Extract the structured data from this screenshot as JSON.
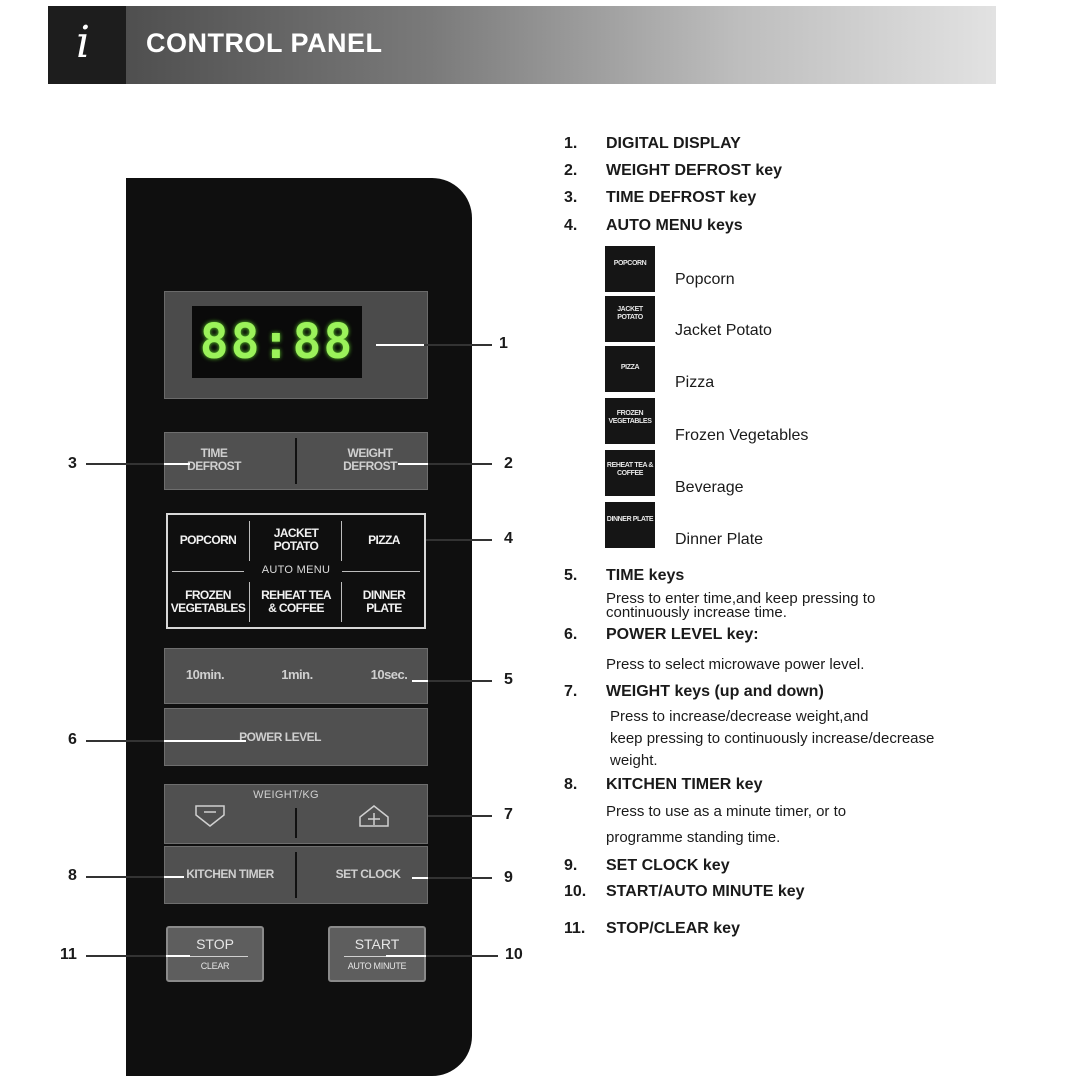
{
  "header": {
    "title": "CONTROL PANEL",
    "icon": "info-icon",
    "glyph": "i"
  },
  "panel": {
    "display": "88:88",
    "time_defrost": "TIME\nDEFROST",
    "weight_defrost": "WEIGHT\nDEFROST",
    "auto_menu_label": "AUTO MENU",
    "menu": {
      "popcorn": "POPCORN",
      "jacket_potato": "JACKET\nPOTATO",
      "pizza": "PIZZA",
      "frozen_vegetables": "FROZEN\nVEGETABLES",
      "reheat_tea": "REHEAT TEA\n& COFFEE",
      "dinner_plate": "DINNER\nPLATE"
    },
    "time_keys": {
      "t10min": "10min.",
      "t1min": "1min.",
      "t10sec": "10sec."
    },
    "power_level": "POWER LEVEL",
    "weight_label": "WEIGHT/KG",
    "kitchen_timer": "KITCHEN TIMER",
    "set_clock": "SET CLOCK",
    "stop": "STOP",
    "clear": "CLEAR",
    "start": "START",
    "auto_minute": "AUTO MINUTE"
  },
  "callouts": [
    "1",
    "2",
    "3",
    "4",
    "5",
    "6",
    "7",
    "8",
    "9",
    "10",
    "11"
  ],
  "list": {
    "items": [
      {
        "n": "1.",
        "label": "DIGITAL DISPLAY"
      },
      {
        "n": "2.",
        "label": "WEIGHT DEFROST key"
      },
      {
        "n": "3.",
        "label": "TIME DEFROST key"
      },
      {
        "n": "4.",
        "label": "AUTO MENU keys"
      },
      {
        "n": "5.",
        "label": "TIME keys"
      },
      {
        "n": "6.",
        "label": "POWER LEVEL key:"
      },
      {
        "n": "7.",
        "label": "WEIGHT keys (up and down)"
      },
      {
        "n": "8.",
        "label": "KITCHEN TIMER key"
      },
      {
        "n": "9.",
        "label": "SET CLOCK key"
      },
      {
        "n": "10.",
        "label": "START/AUTO MINUTE key"
      },
      {
        "n": "11.",
        "label": "STOP/CLEAR key"
      }
    ],
    "auto_menu": [
      {
        "thumb": "POPCORN",
        "name": "Popcorn"
      },
      {
        "thumb": "JACKET POTATO",
        "name": "Jacket Potato"
      },
      {
        "thumb": "PIZZA",
        "name": "Pizza"
      },
      {
        "thumb": "FROZEN VEGETABLES",
        "name": "Frozen Vegetables"
      },
      {
        "thumb": "REHEAT TEA & COFFEE",
        "name": "Beverage"
      },
      {
        "thumb": "DINNER PLATE",
        "name": "Dinner Plate"
      }
    ],
    "desc5a": "Press to enter time,and keep pressing to",
    "desc5b": "continuously increase time.",
    "desc6": "Press to select microwave power level.",
    "desc7a": "Press to increase/decrease weight,and",
    "desc7b": "keep pressing to continuously increase/decrease",
    "desc7c": "weight.",
    "desc8a": "Press to use as a minute timer, or to",
    "desc8b": "programme standing time."
  }
}
